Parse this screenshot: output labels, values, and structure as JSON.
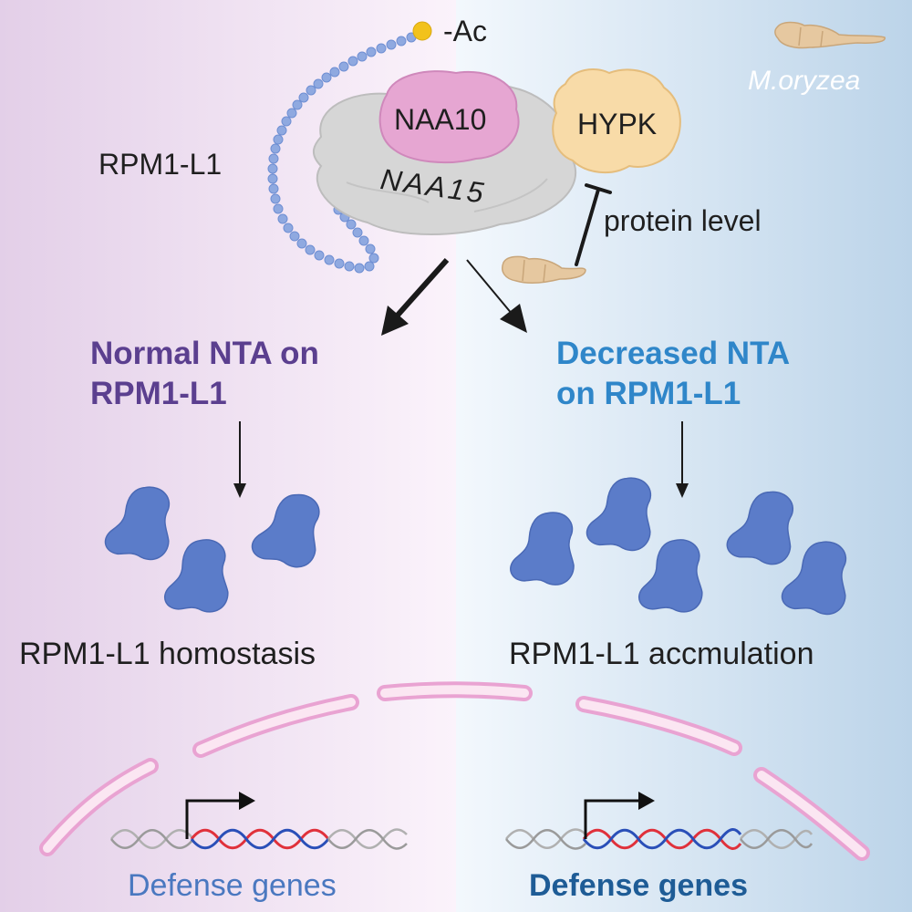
{
  "labels": {
    "acetyl": "-Ac",
    "naa10": "NAA10",
    "naa15": "NAA15",
    "hypk": "HYPK",
    "rpm1": "RPM1-L1",
    "protein_level": "protein level",
    "species": "M.oryzea"
  },
  "left": {
    "heading_line1": "Normal NTA on",
    "heading_line2": "RPM1-L1",
    "outcome": "RPM1-L1 homostasis",
    "genes": "Defense genes"
  },
  "right": {
    "heading_line1": "Decreased NTA",
    "heading_line2": "on RPM1-L1",
    "outcome": "RPM1-L1 accmulation",
    "genes": "Defense genes"
  },
  "colors": {
    "left_bg": "#e8d6ec",
    "right_bg": "#c3d8ea",
    "naa10": "#e5a3cf",
    "naa15": "#d5d5d5",
    "hypk": "#f7d9a6",
    "rpm1_protein": "#5b7cc9",
    "fungus": "#e6c8a0",
    "dna_red": "#e0313b",
    "dna_blue": "#2a4fb8",
    "nuclear_envelope": "#f3b9de"
  }
}
